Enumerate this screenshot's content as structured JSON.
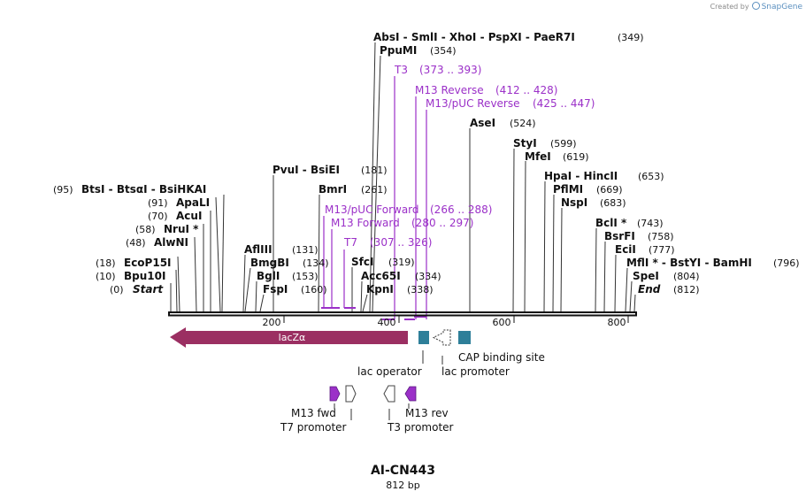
{
  "credit": {
    "text": "Created by",
    "brand": "SnapGene"
  },
  "sequence": {
    "name": "AI-CN443",
    "length_label": "812 bp",
    "length": 812
  },
  "ruler": {
    "ticks": [
      "200",
      "400",
      "600",
      "800"
    ]
  },
  "enzymes": [
    {
      "name": "Start",
      "pos": "(0)"
    },
    {
      "name": "Bpu10I",
      "pos": "(10)"
    },
    {
      "name": "EcoP15I",
      "pos": "(18)"
    },
    {
      "name": "AlwNI",
      "pos": "(48)"
    },
    {
      "name": "NruI *",
      "pos": "(58)"
    },
    {
      "name": "AcuI",
      "pos": "(70)"
    },
    {
      "name": "ApaLI",
      "pos": "(91)"
    },
    {
      "name": "BtsI  -  BtsαI  -  BsiHKAI",
      "pos": "(95)"
    },
    {
      "name": "AflIII",
      "pos": "(131)"
    },
    {
      "name": "BmgBI",
      "pos": "(134)"
    },
    {
      "name": "BglI",
      "pos": "(153)"
    },
    {
      "name": "FspI",
      "pos": "(160)"
    },
    {
      "name": "PvuI  -  BsiEI",
      "pos": "(181)"
    },
    {
      "name": "BmrI",
      "pos": "(261)"
    },
    {
      "name": "SfcI",
      "pos": "(319)"
    },
    {
      "name": "Acc65I",
      "pos": "(334)"
    },
    {
      "name": "KpnI",
      "pos": "(338)"
    },
    {
      "name": "AbsI  -  SmlI  -  XhoI  -  PspXI  -  PaeR7I",
      "pos": "(349)"
    },
    {
      "name": "PpuMI",
      "pos": "(354)"
    },
    {
      "name": "AseI",
      "pos": "(524)"
    },
    {
      "name": "StyI",
      "pos": "(599)"
    },
    {
      "name": "MfeI",
      "pos": "(619)"
    },
    {
      "name": "HpaI  -  HincII",
      "pos": "(653)"
    },
    {
      "name": "PflMI",
      "pos": "(669)"
    },
    {
      "name": "NspI",
      "pos": "(683)"
    },
    {
      "name": "BclI *",
      "pos": "(743)"
    },
    {
      "name": "BsrFI",
      "pos": "(758)"
    },
    {
      "name": "EciI",
      "pos": "(777)"
    },
    {
      "name": "MflI *  -  BstYI  -  BamHI",
      "pos": "(796)"
    },
    {
      "name": "SpeI",
      "pos": "(804)"
    },
    {
      "name": "End",
      "pos": "(812)"
    }
  ],
  "primers": [
    {
      "name": "T3",
      "range": "(373 .. 393)"
    },
    {
      "name": "M13 Reverse",
      "range": "(412 .. 428)"
    },
    {
      "name": "M13/pUC Reverse",
      "range": "(425 .. 447)"
    },
    {
      "name": "M13/pUC Forward",
      "range": "(266 .. 288)"
    },
    {
      "name": "M13 Forward",
      "range": "(280 .. 297)"
    },
    {
      "name": "T7",
      "range": "(307 .. 326)"
    }
  ],
  "features": {
    "lacz": "lacZα",
    "lac_operator": "lac operator",
    "lac_promoter": "lac promoter",
    "cap_site": "CAP binding site",
    "m13_fwd": "M13 fwd",
    "t7_promoter": "T7 promoter",
    "m13_rev": "M13 rev",
    "t3_promoter": "T3 promoter"
  },
  "colors": {
    "lacz": "#9b2f62",
    "feature_teal": "#2e7f99",
    "primer": "#9b30c8",
    "backbone": "#111111"
  }
}
